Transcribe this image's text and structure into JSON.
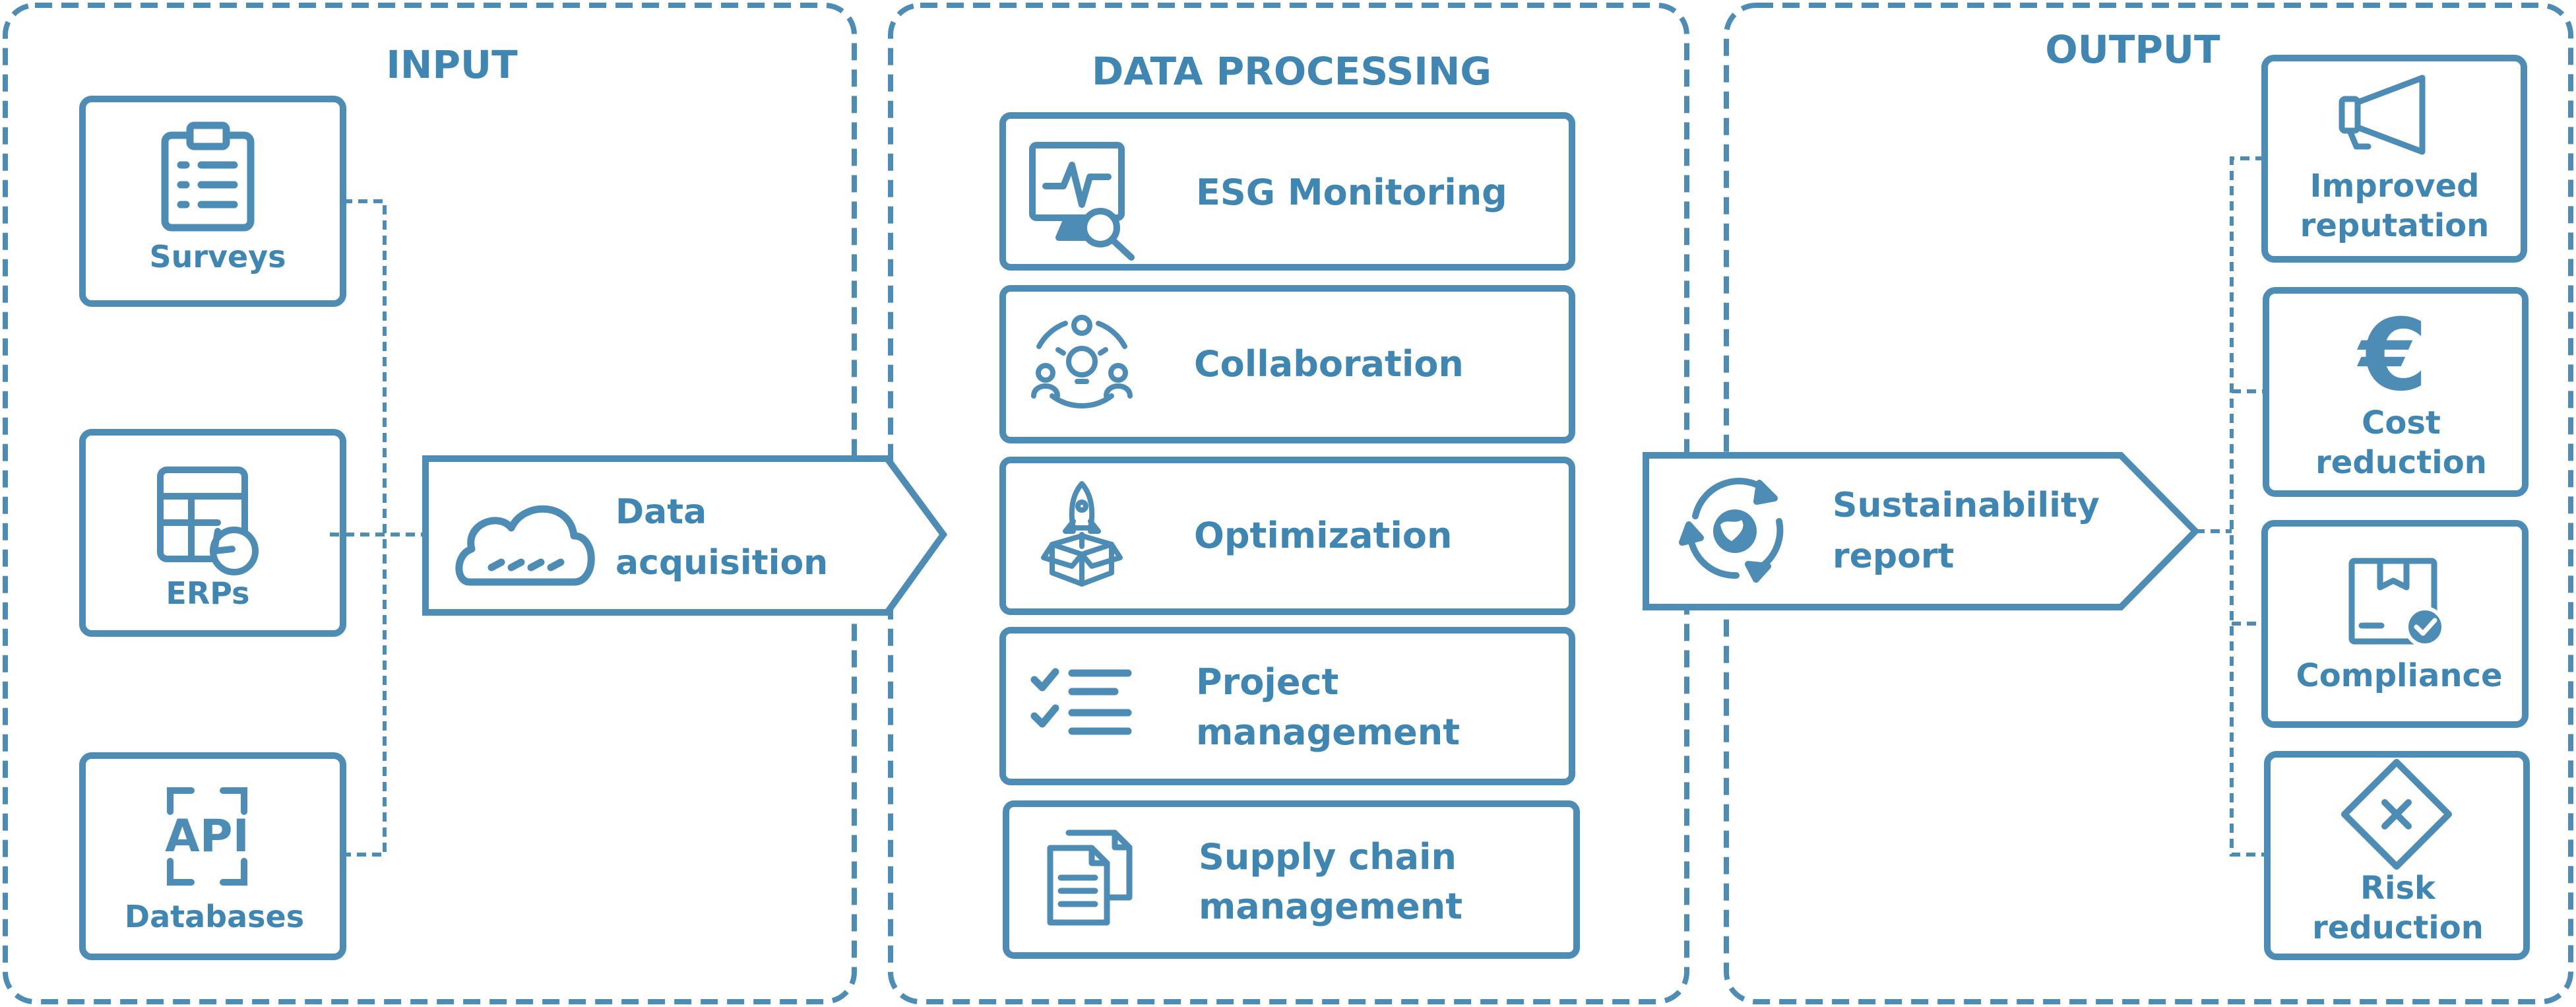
{
  "colors": {
    "accent": "#4d8db5",
    "text": "#3f86b3",
    "background": "#ffffff"
  },
  "sections": {
    "input": "INPUT",
    "processing": "DATA PROCESSING",
    "output": "OUTPUT"
  },
  "input_sources": [
    {
      "label": "Surveys",
      "icon": "clipboard-icon"
    },
    {
      "label": "ERPs",
      "icon": "erp-refresh-icon"
    },
    {
      "label": "Databases",
      "icon": "api-icon"
    }
  ],
  "api_icon_text": "API",
  "acquisition": {
    "line1": "Data",
    "line2": "acquisition",
    "icon": "cloud-icon"
  },
  "processing_items": [
    {
      "line1": "ESG Monitoring",
      "line2": "",
      "icon": "monitor-search-icon"
    },
    {
      "line1": "Collaboration",
      "line2": "",
      "icon": "team-idea-icon"
    },
    {
      "line1": "Optimization",
      "line2": "",
      "icon": "rocket-box-icon"
    },
    {
      "line1": "Project",
      "line2": "management",
      "icon": "checklist-icon"
    },
    {
      "line1": "Supply chain",
      "line2": "management",
      "icon": "documents-icon"
    }
  ],
  "report": {
    "line1": "Sustainability",
    "line2": "report",
    "icon": "globe-cycle-icon"
  },
  "outcomes": [
    {
      "line1": "Improved",
      "line2": "reputation",
      "icon": "megaphone-icon"
    },
    {
      "line1": "Cost",
      "line2": "reduction",
      "icon": "euro-icon"
    },
    {
      "line1": "Compliance",
      "line2": "",
      "icon": "package-check-icon"
    },
    {
      "line1": "Risk",
      "line2": "reduction",
      "icon": "risk-diamond-icon"
    }
  ],
  "euro_symbol": "€"
}
